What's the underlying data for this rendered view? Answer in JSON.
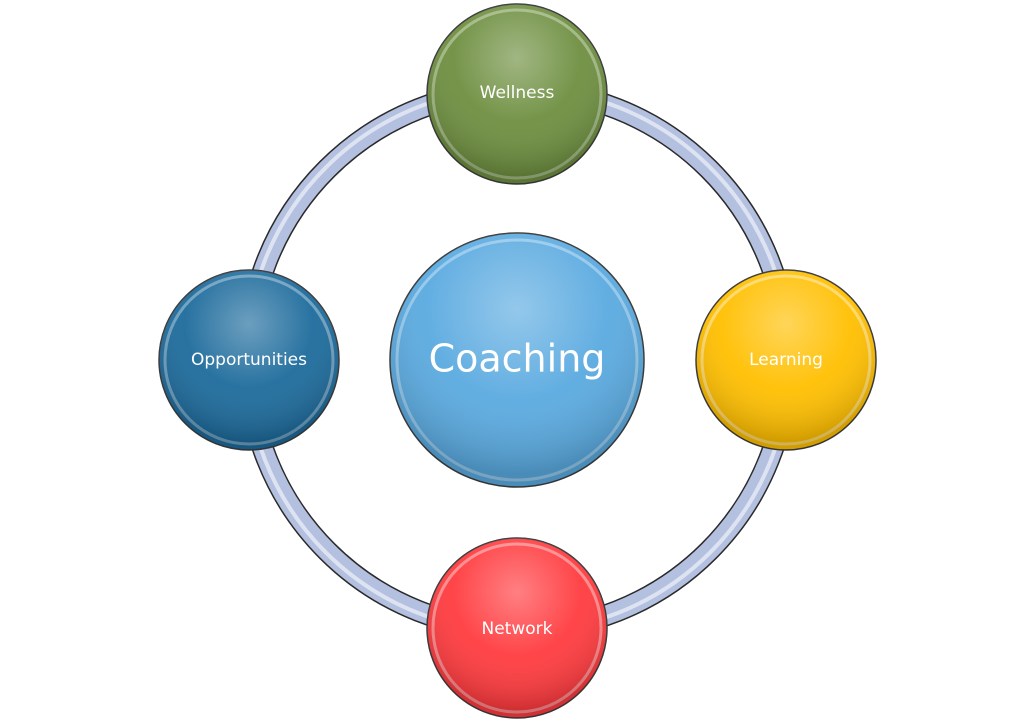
{
  "center": {
    "label": "Coaching",
    "color": "#5aaae0"
  },
  "nodes": [
    {
      "id": "wellness",
      "label": "Wellness",
      "color": "#6e8f40"
    },
    {
      "id": "learning",
      "label": "Learning",
      "color": "#ffbf00"
    },
    {
      "id": "network",
      "label": "Network",
      "color": "#ff3b3f"
    },
    {
      "id": "opportunities",
      "label": "Opportunities",
      "color": "#1d6b9c"
    }
  ],
  "ring": {
    "color": "#b4c0e0"
  }
}
